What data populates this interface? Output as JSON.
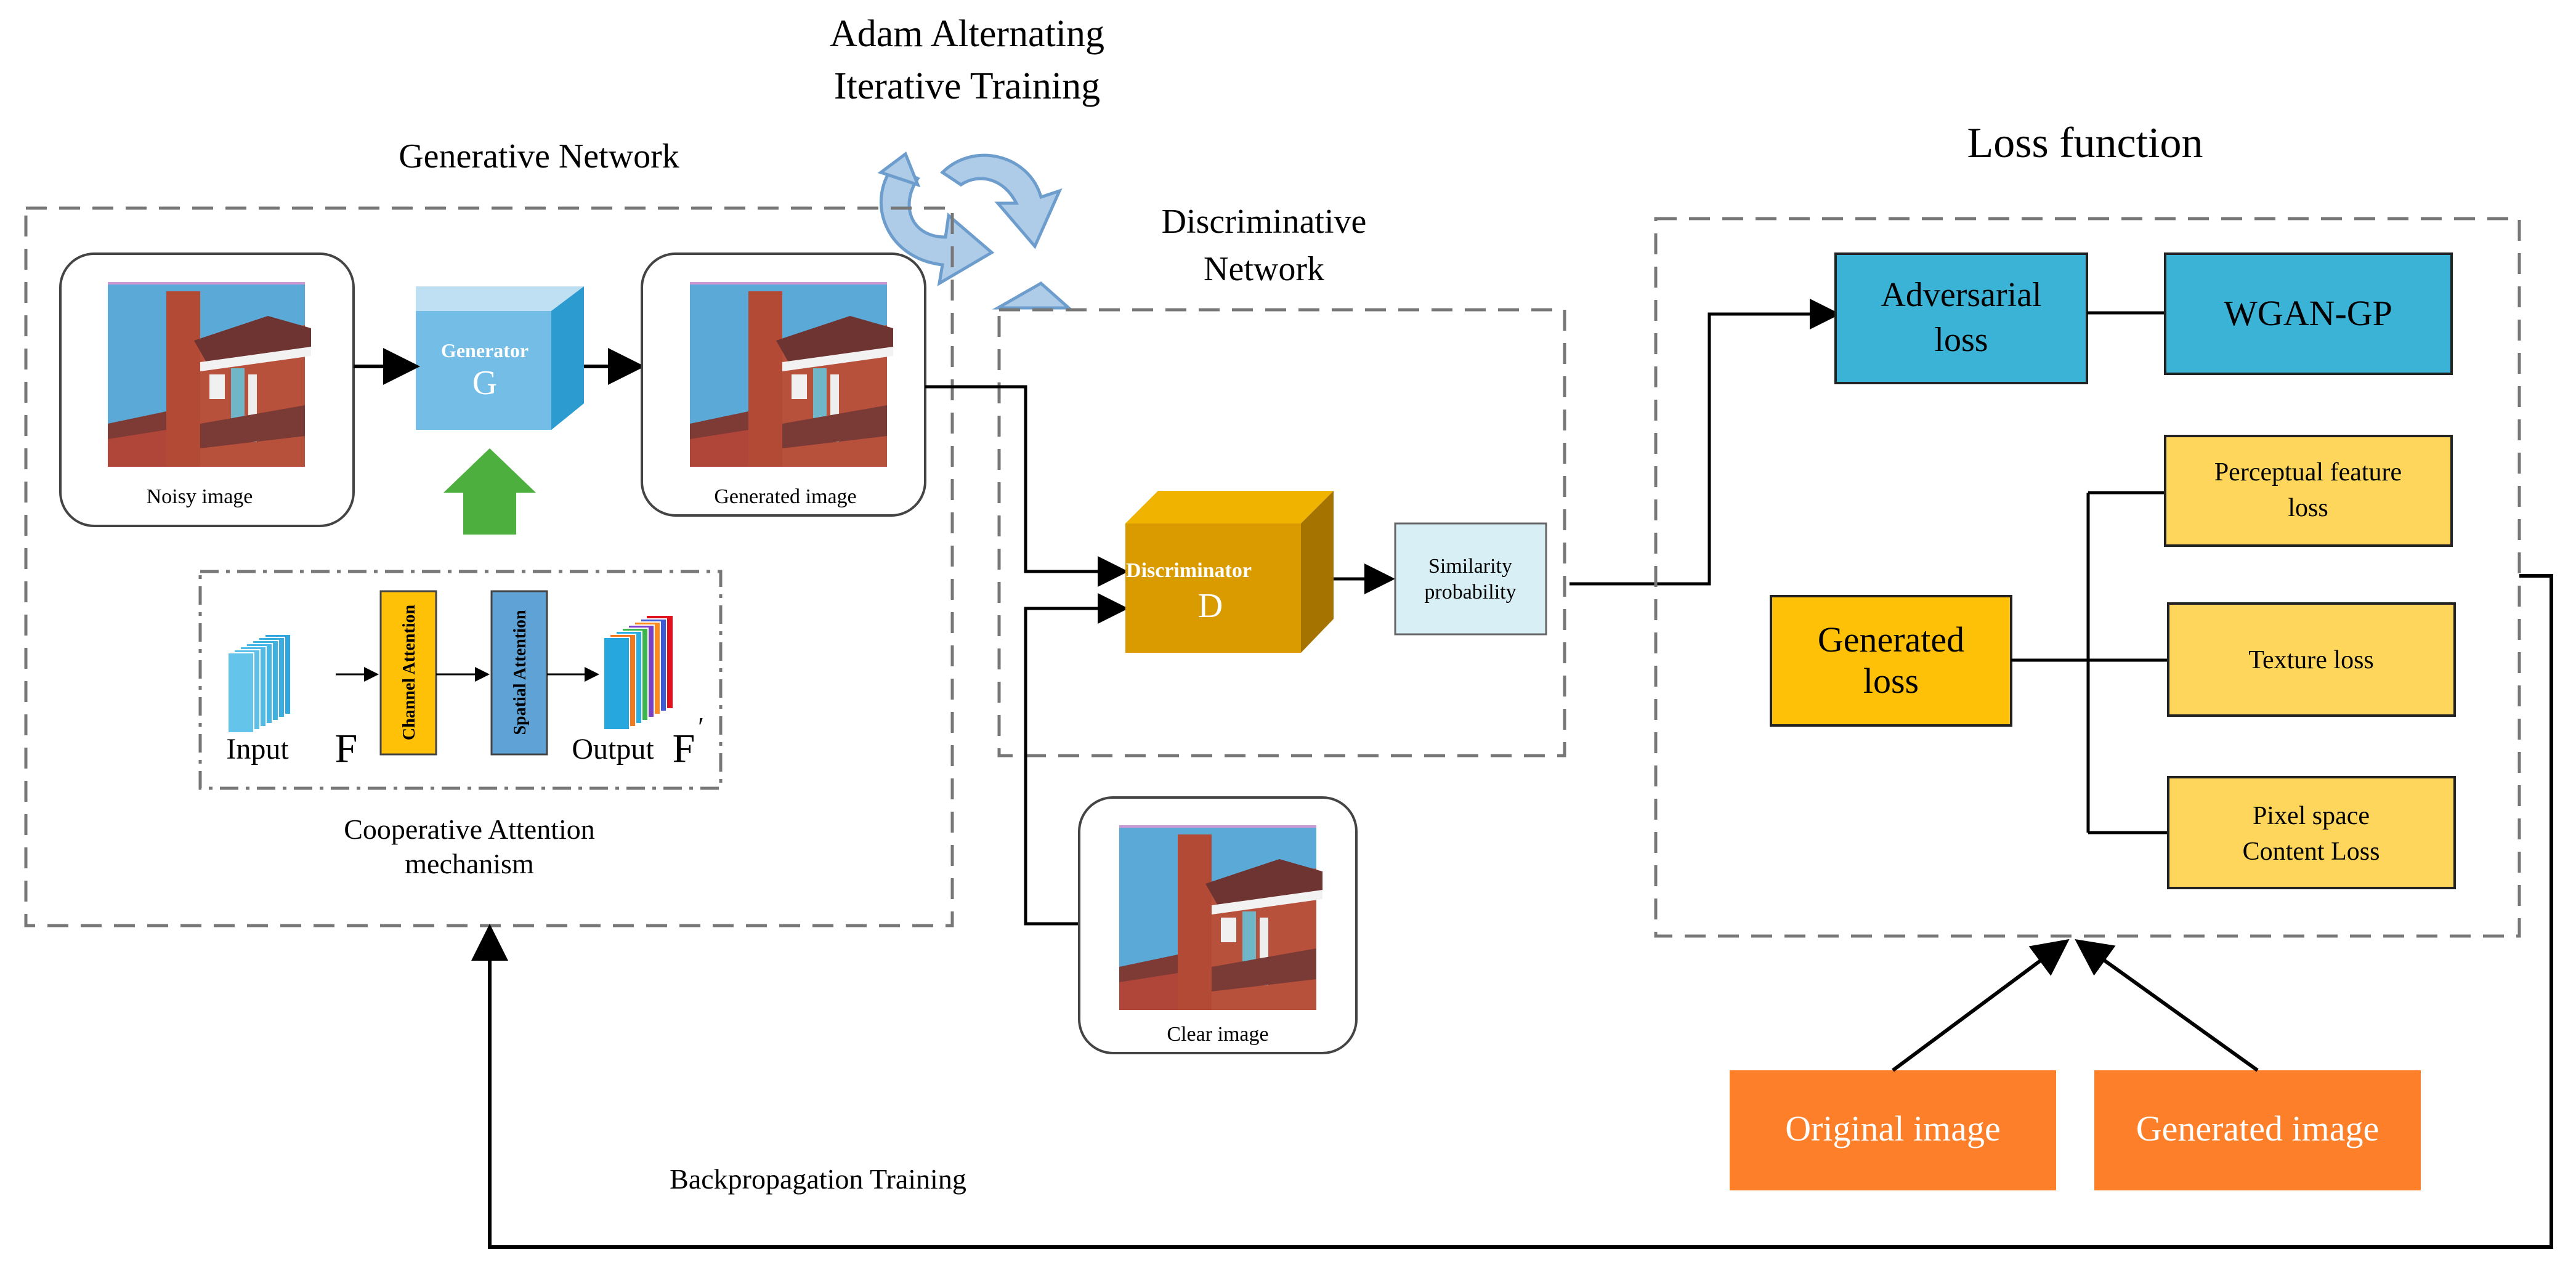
{
  "title": {
    "line1": "Adam Alternating",
    "line2": "Iterative Training"
  },
  "generative": {
    "label": "Generative Network",
    "noisy_caption": "Noisy image",
    "generator_name": "Generator",
    "generator_symbol": "G",
    "generated_caption": "Generated image",
    "attention": {
      "input_label": "Input",
      "input_symbol": "F",
      "channel_label": "Channel Attention",
      "spatial_label": "Spatial Attention",
      "output_label": "Output",
      "output_symbol": "F",
      "prime": "′",
      "caption_line1": "Cooperative Attention",
      "caption_line2": "mechanism"
    }
  },
  "discriminative": {
    "label_line1": "Discriminative",
    "label_line2": "Network",
    "discriminator_name": "Discriminator",
    "discriminator_symbol": "D",
    "similarity_line1": "Similarity",
    "similarity_line2": "probability",
    "clear_caption": "Clear image"
  },
  "loss": {
    "label": "Loss function",
    "adversarial_line1": "Adversarial",
    "adversarial_line2": "loss",
    "wgan": "WGAN-GP",
    "generated_loss_line1": "Generated",
    "generated_loss_line2": "loss",
    "perceptual_line1": "Perceptual feature",
    "perceptual_line2": "loss",
    "texture": "Texture loss",
    "pixel_line1": "Pixel space",
    "pixel_line2": "Content Loss"
  },
  "inputs": {
    "original": "Original image",
    "generated": "Generated image"
  },
  "backprop_label": "Backpropagation Training",
  "colors": {
    "blue_box": "#3bb3d6",
    "gold_box": "#ffc107",
    "pale_gold": "#ffd65c",
    "orange": "#fd7f29",
    "sky": "#8ec3e8",
    "green_arrow": "#4caf3e",
    "discriminator": "#d99b00",
    "similarity_fill": "#d8eff5",
    "dashed": "#777777"
  }
}
